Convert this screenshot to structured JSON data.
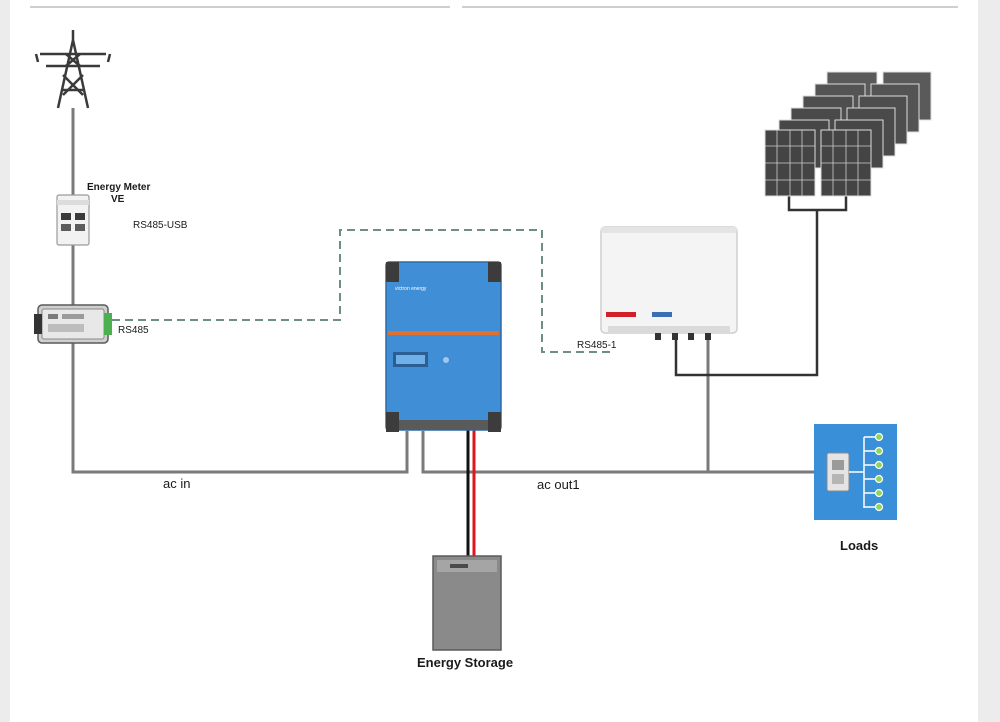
{
  "labels": {
    "energy_meter": "Energy Meter",
    "energy_meter_sub": "VE",
    "rs485_usb": "RS485-USB",
    "rs485": "RS485",
    "rs485_1": "RS485-1",
    "ac_in": "ac in",
    "ac_out1": "ac  out1",
    "loads": "Loads",
    "energy_storage": "Energy Storage"
  },
  "colors": {
    "wire": "#7a7a7a",
    "data_link": "#6e8f80",
    "battery_positive": "#e0161b",
    "battery_negative": "#111111",
    "inverter_charger": "#3f8ed6",
    "loads_panel": "#3a8fd9",
    "solar_panel": "#4a4a4a",
    "storage": "#8a8a8a"
  }
}
